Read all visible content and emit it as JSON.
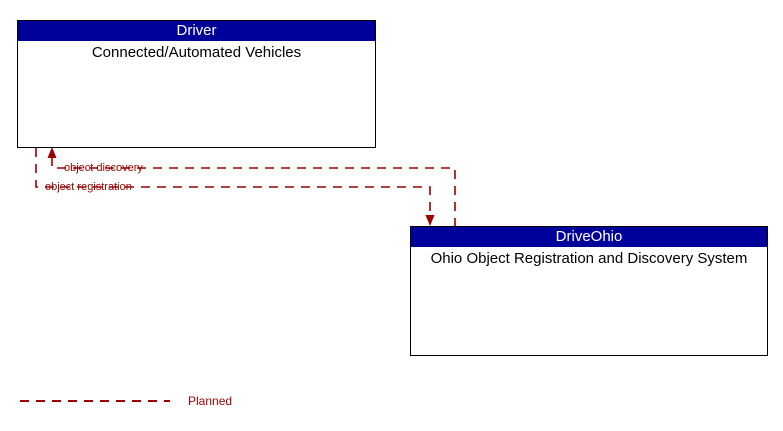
{
  "diagram": {
    "title": "Connected/Automated Vehicles to Ohio Object Registration and Discovery System interface diagram",
    "background_color": "#ffffff",
    "entity_header_color": "#00009B",
    "entity_header_text_color": "#ffffff",
    "entity_border_color": "#000000",
    "flow_color": "#9B0000"
  },
  "entities": [
    {
      "id": "driver",
      "stakeholder": "Driver",
      "name": "Connected/Automated Vehicles"
    },
    {
      "id": "driveohio",
      "stakeholder": "DriveOhio",
      "name": "Ohio Object Registration and Discovery System"
    }
  ],
  "flows": [
    {
      "id": "object-discovery",
      "label": "object discovery",
      "status": "Planned",
      "from": "driveohio",
      "to": "driver",
      "direction": "up"
    },
    {
      "id": "object-registration",
      "label": "object registration",
      "status": "Planned",
      "from": "driver",
      "to": "driveohio",
      "direction": "down"
    }
  ],
  "legend": {
    "items": [
      {
        "label": "Planned",
        "style": "dashed",
        "color": "#9B0000"
      }
    ]
  }
}
